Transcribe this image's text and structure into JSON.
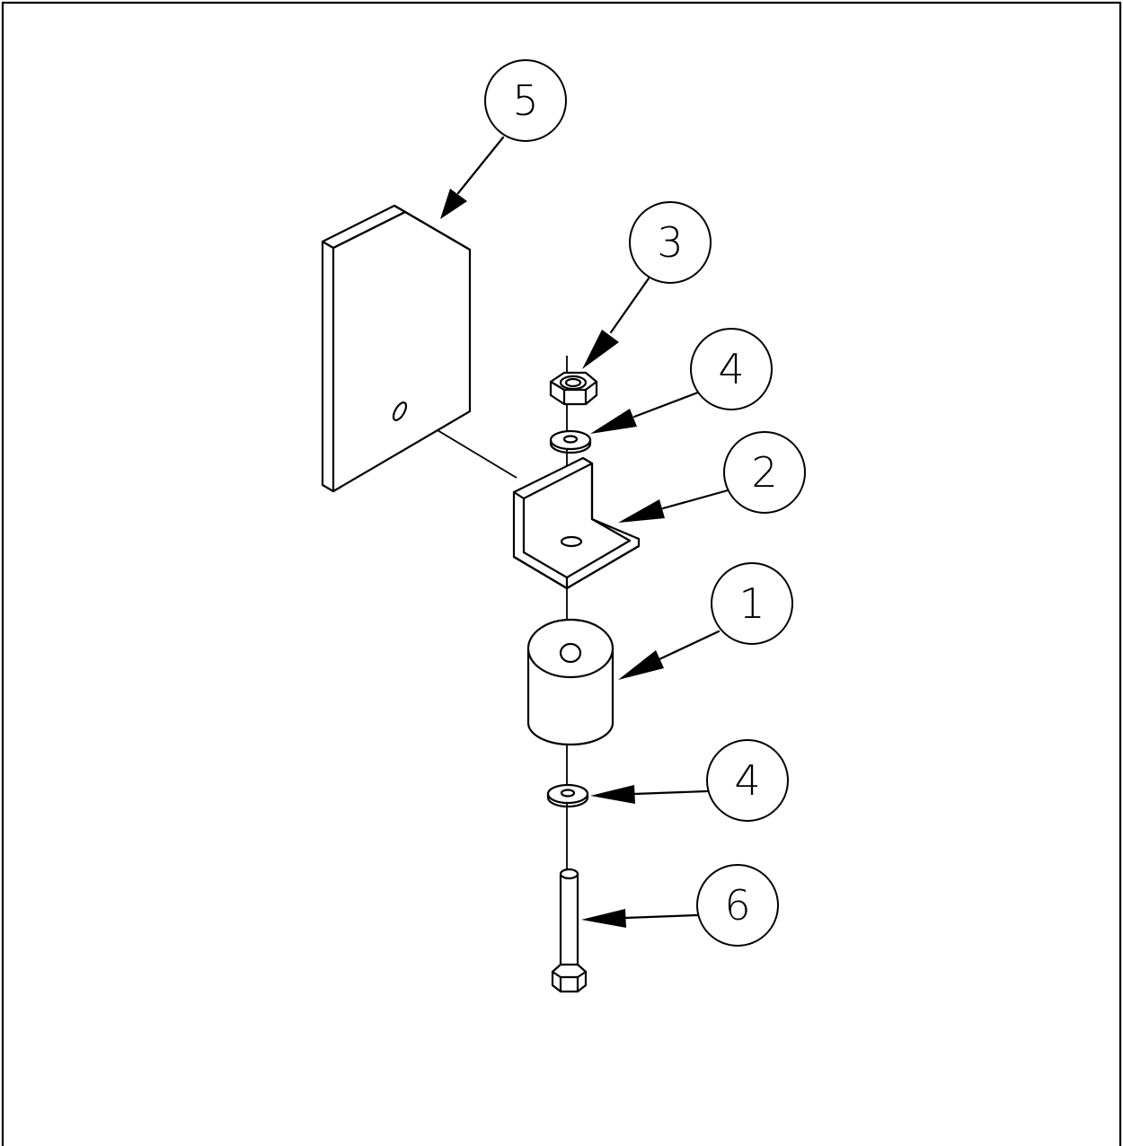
{
  "colors": {
    "line": "#000000",
    "background": "#ffffff"
  },
  "balloons": [
    {
      "id": "balloon-5",
      "label": "5"
    },
    {
      "id": "balloon-3",
      "label": "3"
    },
    {
      "id": "balloon-4-top",
      "label": "4"
    },
    {
      "id": "balloon-2",
      "label": "2"
    },
    {
      "id": "balloon-1",
      "label": "1"
    },
    {
      "id": "balloon-4-bottom",
      "label": "4"
    },
    {
      "id": "balloon-6",
      "label": "6"
    }
  ]
}
